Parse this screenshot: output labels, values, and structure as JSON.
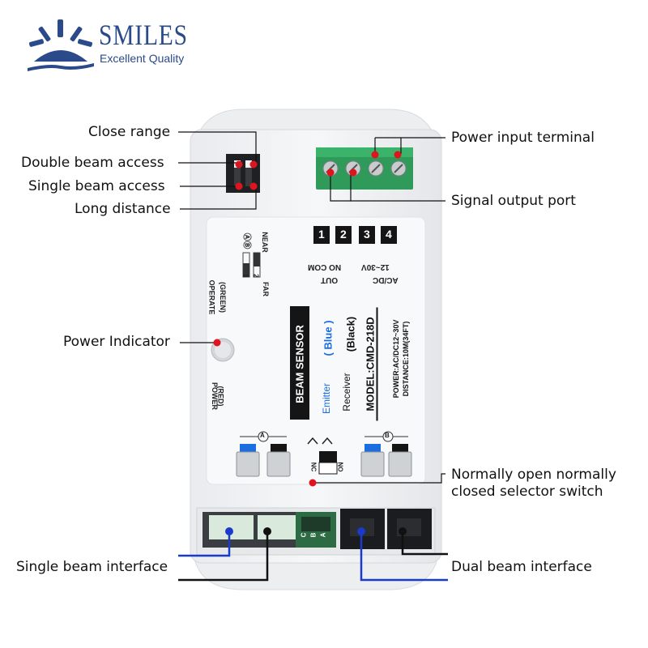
{
  "logo": {
    "name": "SMILES",
    "tagline": "Excellent Quality"
  },
  "callouts": {
    "close_range": "Close range",
    "double_beam": "Double beam access",
    "single_beam": "Single beam access",
    "long_distance": "Long distance",
    "power_input": "Power input terminal",
    "signal_output": "Signal output port",
    "power_indicator": "Power Indicator",
    "no_nc_line1": "Normally open normally",
    "no_nc_line2": "closed selector switch",
    "single_interface": "Single beam interface",
    "dual_interface": "Dual beam interface"
  },
  "device": {
    "terminal_numbers": [
      "1",
      "2",
      "3",
      "4"
    ],
    "terminal_labels": [
      "NO COM",
      "12~30V"
    ],
    "terminal_groups": [
      "OUT",
      "AC/DC"
    ],
    "dip_label_top": "ⒶⒷ",
    "dip_near": "NEAR",
    "dip_far": "FAR",
    "dip_numbers": [
      "1",
      "2"
    ],
    "operate_label": "OPERATE",
    "operate_color": "(GREEN)",
    "power_label": "POWER",
    "power_color": "(RED)",
    "beam_sensor": "BEAM SENSOR",
    "emitter": "Emitter",
    "emitter_color": "( Blue )",
    "receiver": "Receiver",
    "receiver_color": "(Black)",
    "model": "MODEL:CMD-218D",
    "power_spec": "POWER:AC/DC12~30V",
    "distance_spec": "DISTANCE:10M(34FT)",
    "connector_a": "A",
    "connector_b": "B",
    "switch_nc": "NC",
    "switch_no": "NO",
    "board_labels": [
      "C",
      "B",
      "A"
    ]
  },
  "colors": {
    "brand": "#2a4a8a",
    "marker": "#e0141e",
    "emitter_blue": "#1a6ee0",
    "terminal_green": "#2f9a5a"
  }
}
